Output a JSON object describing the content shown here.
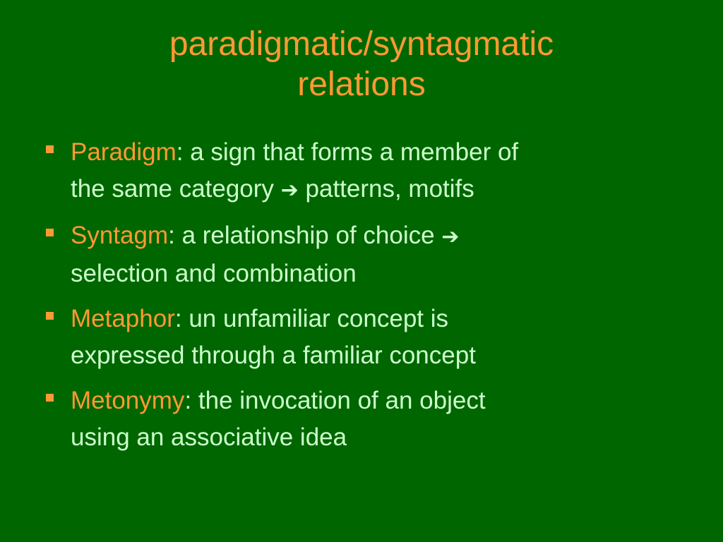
{
  "slide": {
    "title_line1": "paradigmatic/syntagmatic",
    "title_line2": "relations",
    "bullets": [
      {
        "term": "Paradigm",
        "line1_rest": ": a sign that forms a member of",
        "line2_before_arrow": "the same category ",
        "arrow": "➔",
        "line2_after_arrow": " patterns, motifs"
      },
      {
        "term": "Syntagm",
        "line1_rest": ": a relationship of choice ",
        "arrow": "➔",
        "line2": "selection and combination"
      },
      {
        "term": "Metaphor",
        "line1_rest": ": un unfamiliar concept is",
        "line2": "expressed through a familiar concept"
      },
      {
        "term": "Metonymy",
        "line1_rest": ": the invocation of an object",
        "line2": "using an associative idea"
      }
    ],
    "colors": {
      "background": "#006600",
      "accent": "#ff9933",
      "body_text": "#ccffcc"
    },
    "icons": {
      "bullet": "square-bullet-icon",
      "arrow": "right-arrow-icon"
    }
  }
}
